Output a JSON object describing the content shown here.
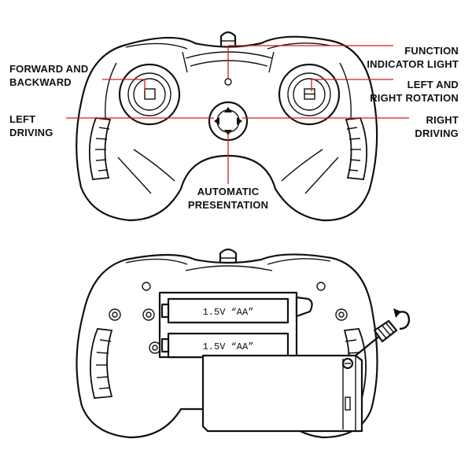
{
  "labels": {
    "forward_backward": [
      "FORWARD AND",
      "BACKWARD"
    ],
    "left_driving": [
      "LEFT",
      "DRIVING"
    ],
    "function_indicator": [
      "FUNCTION",
      "INDICATOR LIGHT"
    ],
    "left_right_rotation": [
      "LEFT AND",
      "RIGHT ROTATION"
    ],
    "right_driving": [
      "RIGHT",
      "DRIVING"
    ],
    "automatic_presentation": [
      "AUTOMATIC",
      "PRESENTATION"
    ]
  },
  "battery": {
    "cell_1": "1.5V “AA”",
    "cell_2": "1.5V “AA”"
  },
  "colors": {
    "leader_line": "#d21f1f",
    "outline": "#111111",
    "background": "#ffffff"
  },
  "icons": [
    "screw-icon",
    "rotate-arrow-icon",
    "screwdriver-icon"
  ]
}
